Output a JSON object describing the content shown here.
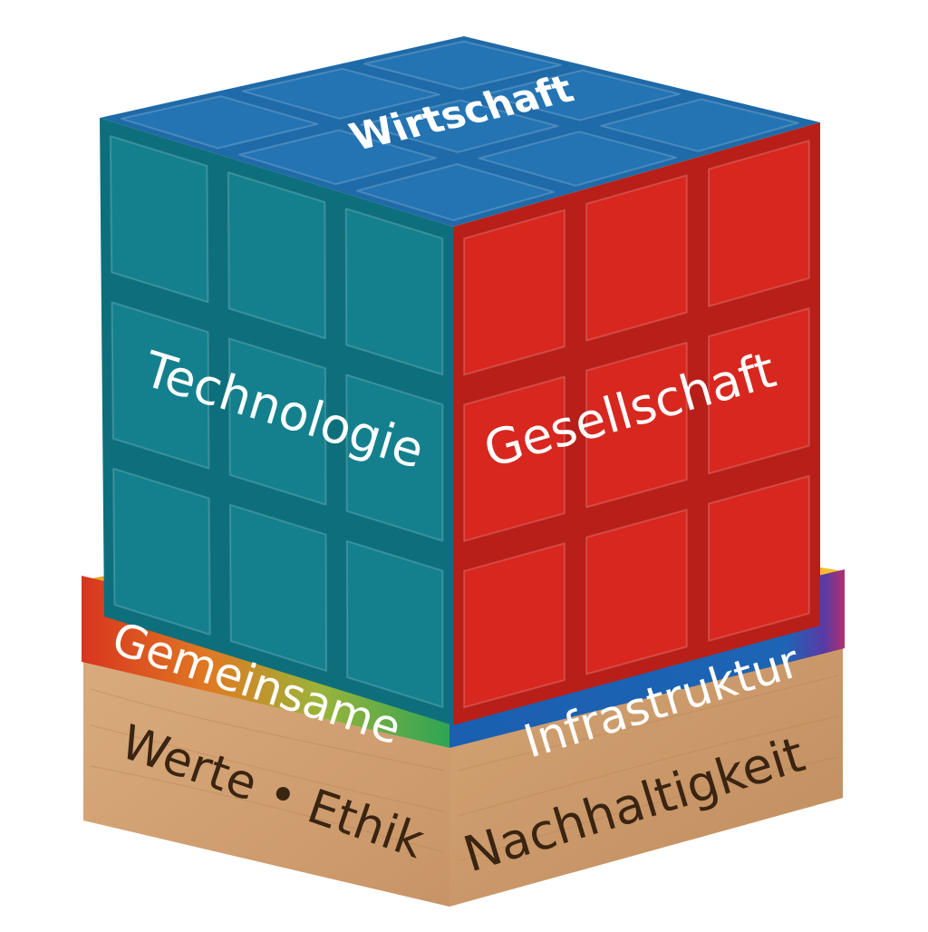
{
  "faces": {
    "top": "Wirtschaft",
    "left": "Technologie",
    "right": "Gesellschaft"
  },
  "base_band": {
    "left": "Gemeinsame",
    "right": "Infrastruktur"
  },
  "base_block": {
    "left": "Werte • Ethik",
    "right": "Nachhaltigkeit"
  },
  "colors": {
    "top_face": "#2474b4",
    "left_face": "#14808e",
    "right_face": "#d8271f",
    "band_left_start": "#d8351f",
    "band_left_end": "#3ca546",
    "band_right": "#1e64b4",
    "band_top": "#f3b42a",
    "wood": "#d7a878",
    "label_light": "#ffffff",
    "label_dark": "#3a2412"
  }
}
